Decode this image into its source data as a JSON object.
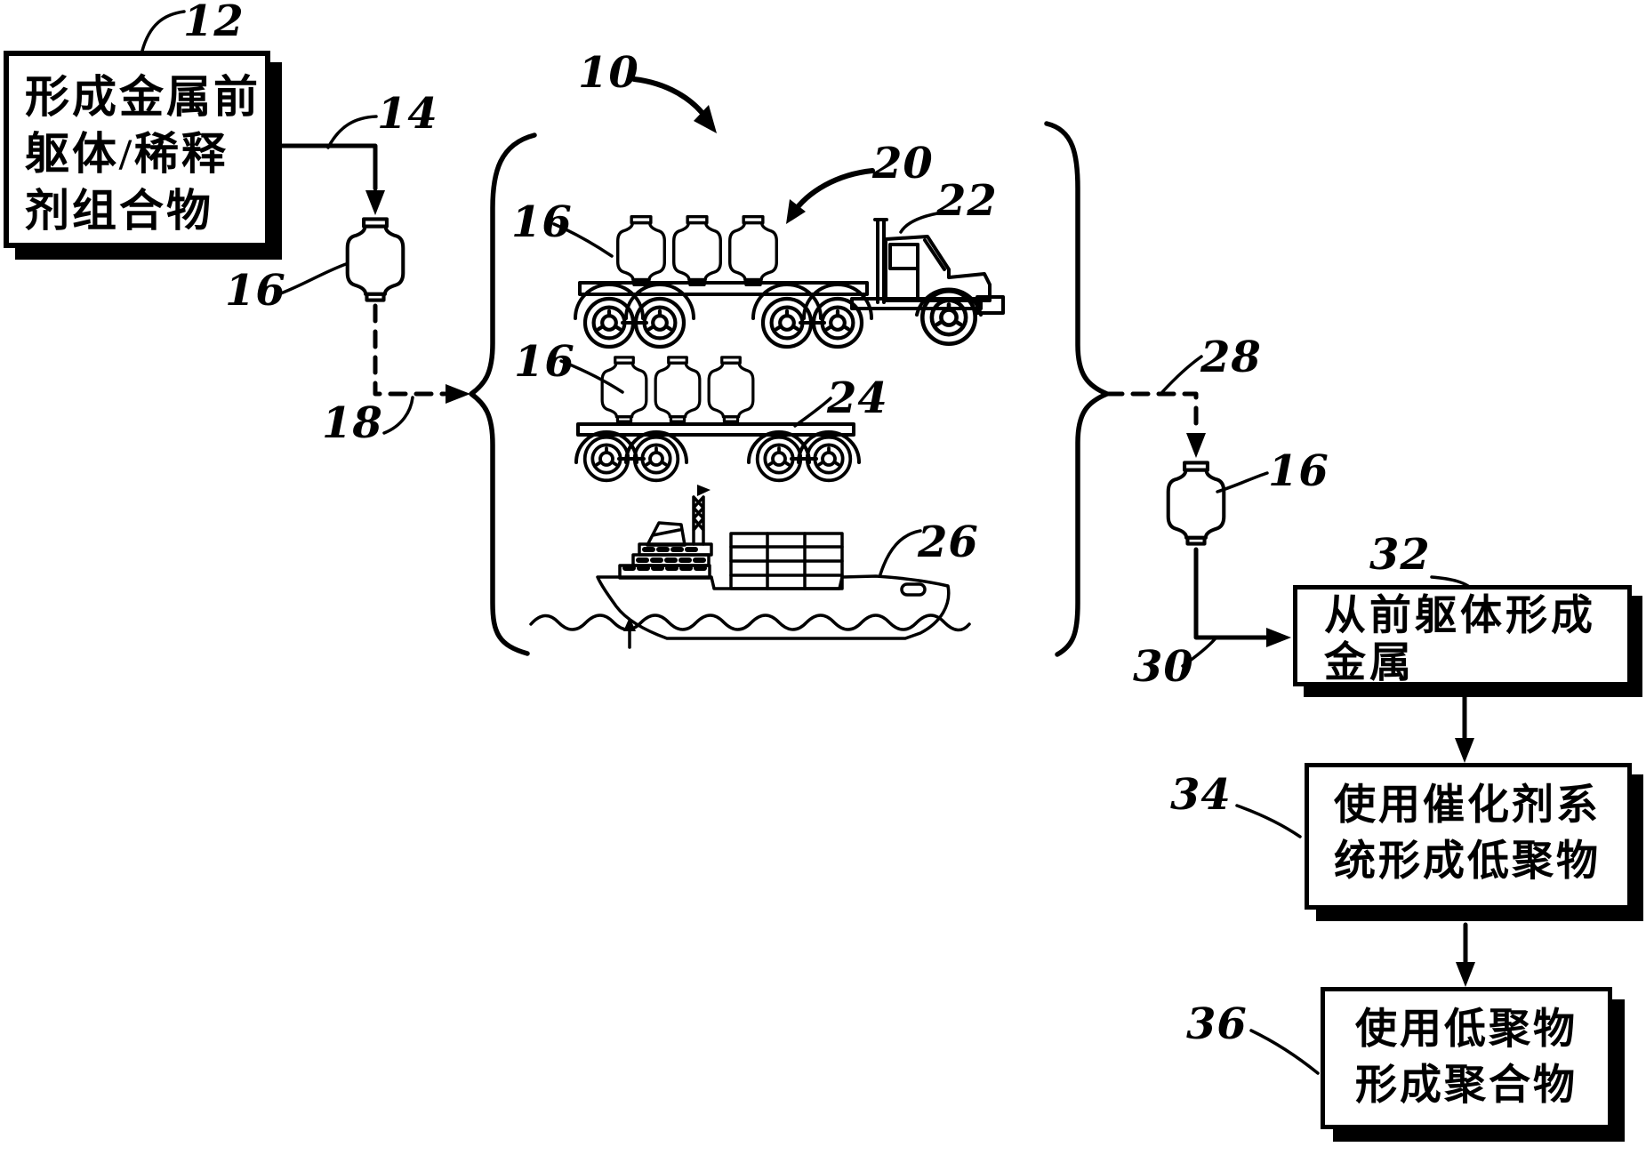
{
  "figure_title": "patent-process-flow-figure",
  "colors": {
    "ink": "#000000",
    "paper": "#ffffff"
  },
  "boxes": {
    "precursor": {
      "ref": "12",
      "lines": [
        "形成金属前",
        "躯体/稀释",
        "剂组合物"
      ]
    },
    "form_metal": {
      "ref": "32",
      "lines": [
        "从前躯体形成",
        "金属"
      ]
    },
    "catalyst": {
      "ref": "34",
      "lines": [
        "使用催化剂系",
        "统形成低聚物"
      ]
    },
    "polymer": {
      "ref": "36",
      "lines": [
        "使用低聚物",
        "形成聚合物"
      ]
    }
  },
  "refs": {
    "r10": "10",
    "r12": "12",
    "r14": "14",
    "r16_left": "16",
    "r16_truck": "16",
    "r16_trailer": "16",
    "r16_right": "16",
    "r18": "18",
    "r20": "20",
    "r22": "22",
    "r24": "24",
    "r26": "26",
    "r28": "28",
    "r30": "30",
    "r32": "32",
    "r34": "34",
    "r36": "36"
  },
  "icons": {
    "tote": "chemical-tote-container-icon",
    "truck": "flatbed-semi-truck-icon",
    "trailer": "flatbed-trailer-icon",
    "ship": "cargo-ship-icon",
    "brace_left": "curly-brace-left-icon",
    "brace_right": "curly-brace-right-icon"
  }
}
